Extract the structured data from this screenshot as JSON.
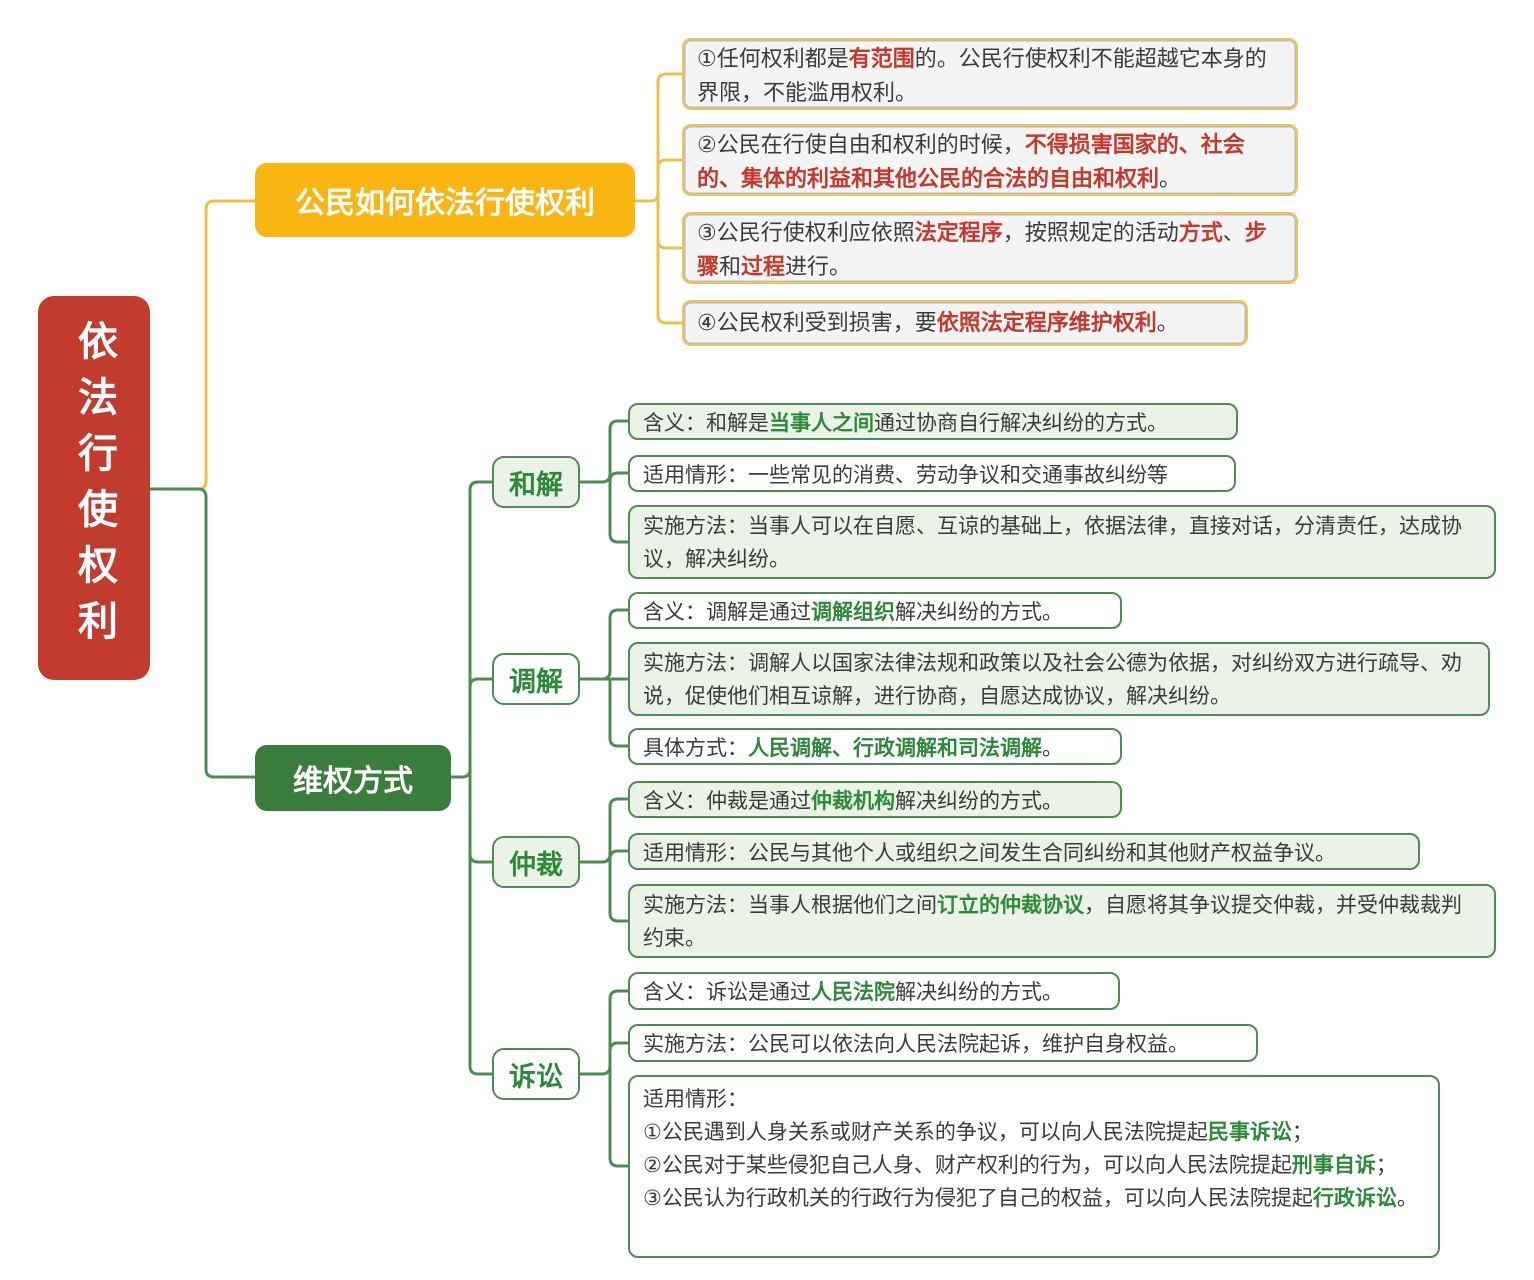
{
  "colors": {
    "red": "#c5382b",
    "green": "#2e8a3a",
    "root_bg": "#c23b2f",
    "yellow_node": "#f9b512",
    "yellow_line": "#ecc04a",
    "yellow_box_border": "#f2c24d",
    "dark_green_node": "#3a7d3d",
    "green_line": "#4f8b52",
    "light_green_bg": "#ebf3e7",
    "body_text": "#3b3b3b"
  },
  "root": {
    "title": "依法行使权利"
  },
  "branch_exercise": {
    "title": "公民如何依法行使权利",
    "items": [
      {
        "segments": [
          {
            "t": "①任何权利都是"
          },
          {
            "t": "有范围",
            "c": "red"
          },
          {
            "t": "的。公民行使权利不能超越它本身的界限，不能滥用权利。"
          }
        ]
      },
      {
        "segments": [
          {
            "t": "②公民在行使自由和权利的时候，"
          },
          {
            "t": "不得损害国家的、社会的、集体的利益和其他公民的合法的自由和权利",
            "c": "red"
          },
          {
            "t": "。"
          }
        ]
      },
      {
        "segments": [
          {
            "t": "③公民行使权利应依照"
          },
          {
            "t": "法定程序",
            "c": "red"
          },
          {
            "t": "，按照规定的活动"
          },
          {
            "t": "方式",
            "c": "red"
          },
          {
            "t": "、"
          },
          {
            "t": "步骤",
            "c": "red"
          },
          {
            "t": "和"
          },
          {
            "t": "过程",
            "c": "red"
          },
          {
            "t": "进行。"
          }
        ]
      },
      {
        "segments": [
          {
            "t": "④公民权利受到损害，要"
          },
          {
            "t": "依照法定程序维护权利",
            "c": "red"
          },
          {
            "t": "。"
          }
        ]
      }
    ]
  },
  "branch_rights": {
    "title": "维权方式",
    "methods": [
      {
        "title": "和解",
        "items": [
          {
            "segments": [
              {
                "t": "含义：和解是"
              },
              {
                "t": "当事人之间",
                "c": "green"
              },
              {
                "t": "通过协商自行解决纠纷的方式。"
              }
            ]
          },
          {
            "segments": [
              {
                "t": "适用情形：一些常见的消费、劳动争议和交通事故纠纷等"
              }
            ]
          },
          {
            "segments": [
              {
                "t": "实施方法：当事人可以在自愿、互谅的基础上，依据法律，直接对话，分清责任，达成协议，解决纠纷。"
              }
            ]
          }
        ]
      },
      {
        "title": "调解",
        "items": [
          {
            "segments": [
              {
                "t": "含义：调解是通过"
              },
              {
                "t": "调解组织",
                "c": "green"
              },
              {
                "t": "解决纠纷的方式。"
              }
            ]
          },
          {
            "segments": [
              {
                "t": "实施方法：调解人以国家法律法规和政策以及社会公德为依据，对纠纷双方进行疏导、劝说，促使他们相互谅解，进行协商，自愿达成协议，解决纠纷。"
              }
            ]
          },
          {
            "segments": [
              {
                "t": "具体方式："
              },
              {
                "t": "人民调解、行政调解和司法调解",
                "c": "green"
              },
              {
                "t": "。"
              }
            ]
          }
        ]
      },
      {
        "title": "仲裁",
        "items": [
          {
            "segments": [
              {
                "t": "含义：仲裁是通过"
              },
              {
                "t": "仲裁机构",
                "c": "green"
              },
              {
                "t": "解决纠纷的方式。"
              }
            ]
          },
          {
            "segments": [
              {
                "t": "适用情形：公民与其他个人或组织之间发生合同纠纷和其他财产权益争议。"
              }
            ]
          },
          {
            "segments": [
              {
                "t": "实施方法：当事人根据他们之间"
              },
              {
                "t": "订立的仲裁协议",
                "c": "green"
              },
              {
                "t": "，自愿将其争议提交仲裁，并受仲裁裁判约束。"
              }
            ]
          }
        ]
      },
      {
        "title": "诉讼",
        "items": [
          {
            "segments": [
              {
                "t": "含义：诉讼是通过"
              },
              {
                "t": "人民法院",
                "c": "green"
              },
              {
                "t": "解决纠纷的方式。"
              }
            ]
          },
          {
            "segments": [
              {
                "t": "实施方法：公民可以依法向人民法院起诉，维护自身权益。"
              }
            ]
          },
          {
            "segments": [
              {
                "t": "适用情形：\n①公民遇到人身关系或财产关系的争议，可以向人民法院提起"
              },
              {
                "t": "民事诉讼",
                "c": "green"
              },
              {
                "t": "；\n②公民对于某些侵犯自己人身、财产权利的行为，可以向人民法院提起"
              },
              {
                "t": "刑事自诉",
                "c": "green"
              },
              {
                "t": "；\n③公民认为行政机关的行政行为侵犯了自己的权益，可以向人民法院提起"
              },
              {
                "t": "行政诉讼",
                "c": "green"
              },
              {
                "t": "。"
              }
            ]
          }
        ]
      }
    ]
  }
}
